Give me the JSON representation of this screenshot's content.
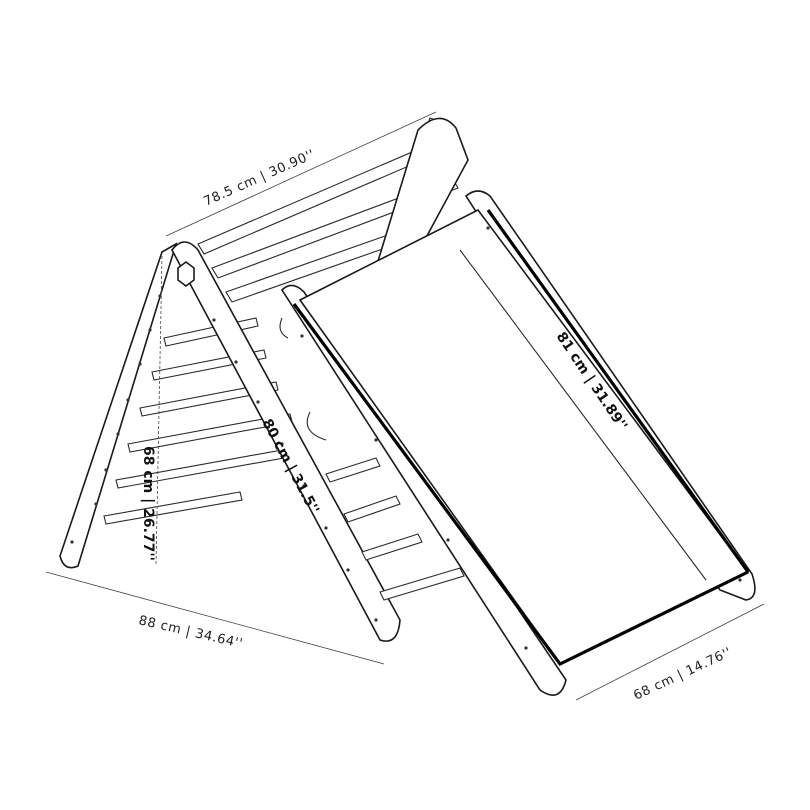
{
  "dimensions": {
    "top_width": "78.5 cm | 30.90''",
    "ladder_height": "68 cm | 26.77''",
    "ladder_length": "80 cm | 31.5''",
    "base_depth": "88 cm | 34.64''",
    "slide_length": "81 cm | 31.89''",
    "slide_width": "68 cm | 14.76''"
  },
  "colors": {
    "line": "#1a1a1a",
    "slide_edge": "#000000",
    "background": "#ffffff"
  }
}
